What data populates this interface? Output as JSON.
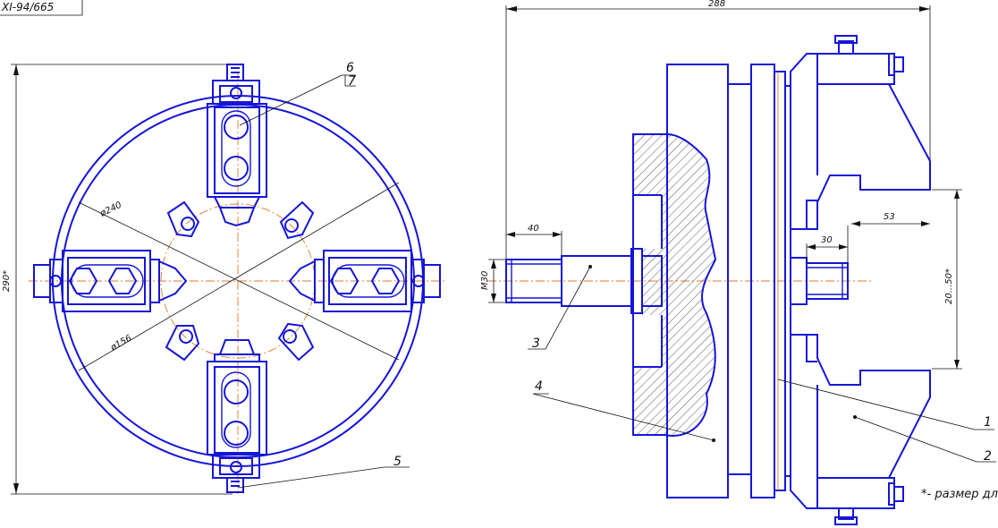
{
  "title_block": {
    "code": "XI-94/665"
  },
  "front_view": {
    "overall_dim": "290*",
    "inner_dia": "ø240",
    "bolt_circle": "ø156",
    "callout_6": "6",
    "callout_7": "7",
    "callout_5": "5"
  },
  "side_view": {
    "overall_len": "288",
    "shank_len": "40",
    "thread": "М30",
    "boss_len": "30",
    "jaw_offset": "53",
    "jaw_range": "20...50*",
    "callout_1": "1",
    "callout_2": "2",
    "callout_3": "3",
    "callout_4": "4"
  },
  "note": "*- размер для"
}
